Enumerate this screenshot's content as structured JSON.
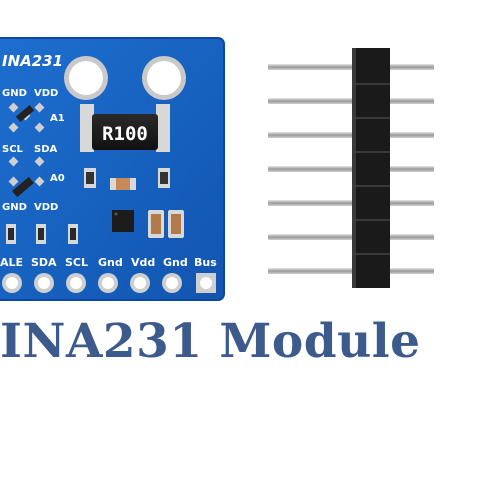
{
  "board": {
    "title": "INA231",
    "resistor_marking": "R100",
    "labels": {
      "top_gnd": "GND",
      "top_vdd": "VDD",
      "a1": "A1",
      "scl": "SCL",
      "sda": "SDA",
      "a0": "A0",
      "bottom_gnd": "GND",
      "bottom_vdd": "VDD"
    },
    "pins": [
      "ALE",
      "SDA",
      "SCL",
      "Gnd",
      "Vdd",
      "Gnd",
      "Bus"
    ],
    "colors": {
      "pcb": "#1565c0",
      "pcb_edge": "#0d47a1",
      "silkscreen": "#ffffff",
      "pad": "#d9d9d9"
    }
  },
  "header": {
    "pin_count": 7,
    "colors": {
      "plastic": "#1a1a1a",
      "metal": "#b8b8b8"
    }
  },
  "caption": "INA231 Module"
}
